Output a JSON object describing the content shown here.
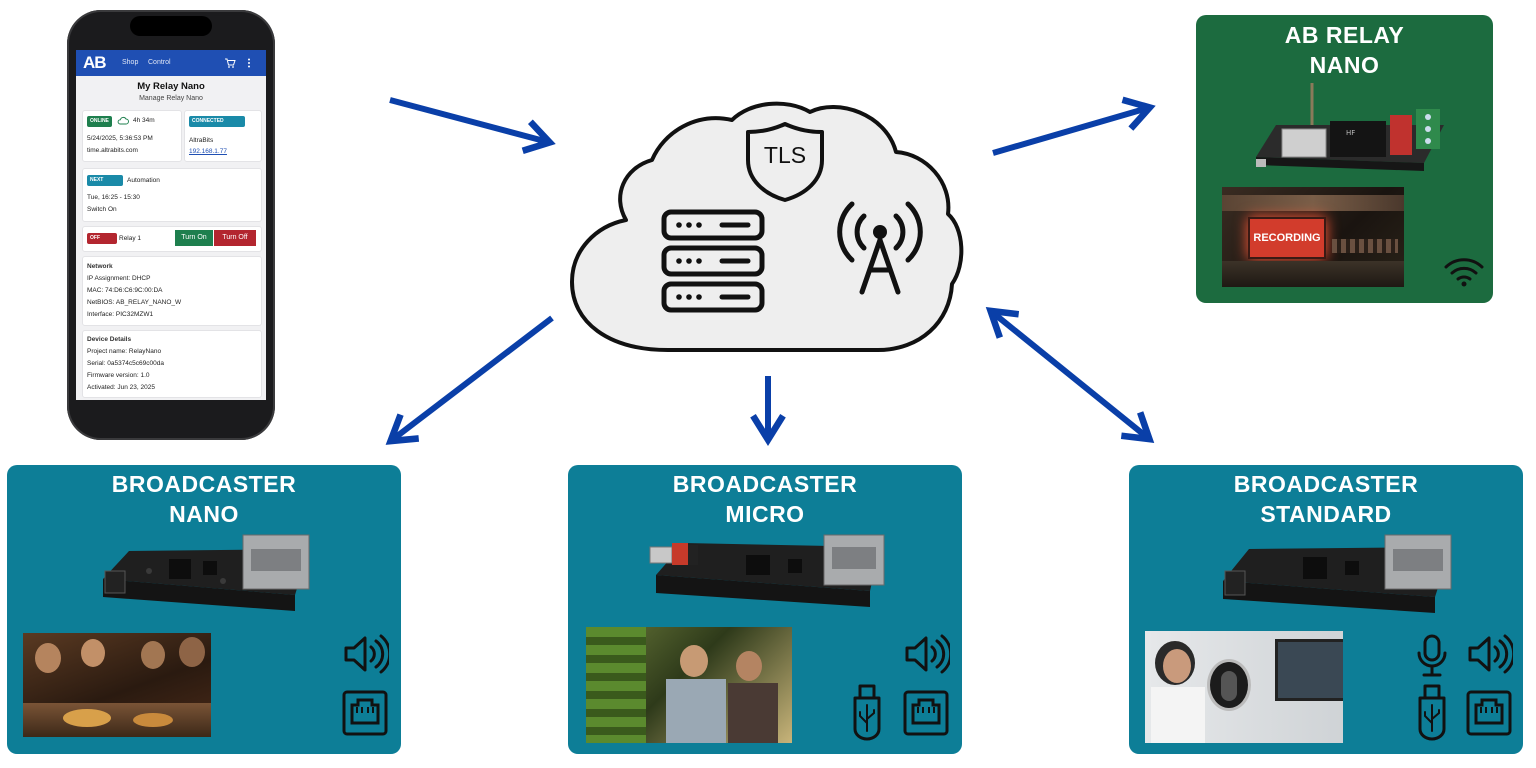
{
  "phone": {
    "logo": "AB",
    "nav_shop": "Shop",
    "nav_control": "Control",
    "title": "My Relay Nano",
    "subtitle": "Manage Relay Nano",
    "online_badge": "ONLINE",
    "uptime": "4h 34m",
    "datetime": "5/24/2025, 5:36:53 PM",
    "time_source": "time.altrabits.com",
    "connected_badge": "CONNECTED",
    "network_name": "AltraBits",
    "ip_link": "192.168.1.77",
    "next_badge": "NEXT",
    "next_label": "Automation",
    "next_time": "Tue, 16:25 - 15:30",
    "next_action": "Switch On",
    "off_badge": "OFF",
    "relay_label": "Relay 1",
    "turn_on": "Turn On",
    "turn_off": "Turn Off",
    "network_header": "Network",
    "ip_assignment": "IP Assignment:  DHCP",
    "mac": "MAC:  74:D6:C6:9C:00:DA",
    "netbios": "NetBIOS:  AB_RELAY_NANO_W",
    "iface": "Interface:  PIC32MZW1",
    "device_header": "Device Details",
    "project": "Project name:  RelayNano",
    "serial": "Serial:  0a5374c5c69c00da",
    "firmware": "Firmware version:  1.0",
    "activated": "Activated:  Jun 23, 2025"
  },
  "cloud": {
    "tls_label": "TLS"
  },
  "relay_box": {
    "title_line1": "AB RELAY",
    "title_line2": "NANO",
    "sign_text": "RECORDING"
  },
  "boxes": [
    {
      "line1": "BROADCASTER",
      "line2": "NANO"
    },
    {
      "line1": "BROADCASTER",
      "line2": "MICRO"
    },
    {
      "line1": "BROADCASTER",
      "line2": "STANDARD"
    }
  ],
  "colors": {
    "arrow": "#0a3fa8",
    "box": "#0d7e97",
    "relay_box": "#1c6b3f",
    "app_bar": "#1f4fb3"
  },
  "icons": [
    "shield-icon",
    "server-icon",
    "antenna-icon",
    "speaker-icon",
    "ethernet-icon",
    "usb-icon",
    "microphone-icon",
    "wifi-icon"
  ]
}
